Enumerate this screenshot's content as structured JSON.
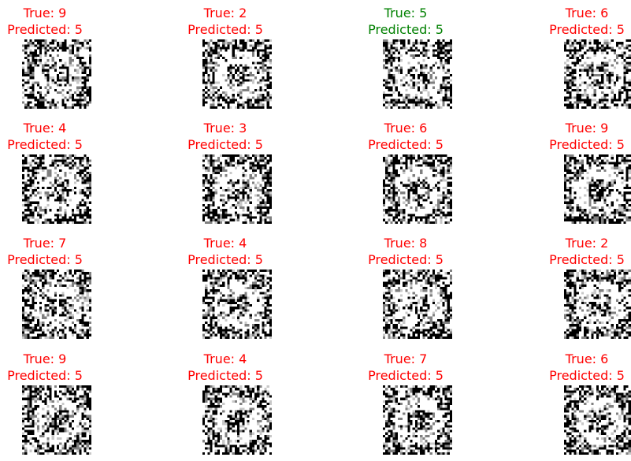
{
  "panels": [
    {
      "true_label": "True: 9",
      "pred_label": "Predicted: 5",
      "color": "#ff0000",
      "correct": false
    },
    {
      "true_label": "True: 2",
      "pred_label": "Predicted: 5",
      "color": "#ff0000",
      "correct": false
    },
    {
      "true_label": "True: 5",
      "pred_label": "Predicted: 5",
      "color": "#008000",
      "correct": true
    },
    {
      "true_label": "True: 6",
      "pred_label": "Predicted: 5",
      "color": "#ff0000",
      "correct": false
    },
    {
      "true_label": "True: 4",
      "pred_label": "Predicted: 5",
      "color": "#ff0000",
      "correct": false
    },
    {
      "true_label": "True: 3",
      "pred_label": "Predicted: 5",
      "color": "#ff0000",
      "correct": false
    },
    {
      "true_label": "True: 6",
      "pred_label": "Predicted: 5",
      "color": "#ff0000",
      "correct": false
    },
    {
      "true_label": "True: 9",
      "pred_label": "Predicted: 5",
      "color": "#ff0000",
      "correct": false
    },
    {
      "true_label": "True: 7",
      "pred_label": "Predicted: 5",
      "color": "#ff0000",
      "correct": false
    },
    {
      "true_label": "True: 4",
      "pred_label": "Predicted: 5",
      "color": "#ff0000",
      "correct": false
    },
    {
      "true_label": "True: 8",
      "pred_label": "Predicted: 5",
      "color": "#ff0000",
      "correct": false
    },
    {
      "true_label": "True: 2",
      "pred_label": "Predicted: 5",
      "color": "#ff0000",
      "correct": false
    },
    {
      "true_label": "True: 9",
      "pred_label": "Predicted: 5",
      "color": "#ff0000",
      "correct": false
    },
    {
      "true_label": "True: 4",
      "pred_label": "Predicted: 5",
      "color": "#ff0000",
      "correct": false
    },
    {
      "true_label": "True: 7",
      "pred_label": "Predicted: 5",
      "color": "#ff0000",
      "correct": false
    },
    {
      "true_label": "True: 6",
      "pred_label": "Predicted: 5",
      "color": "#ff0000",
      "correct": false
    }
  ]
}
